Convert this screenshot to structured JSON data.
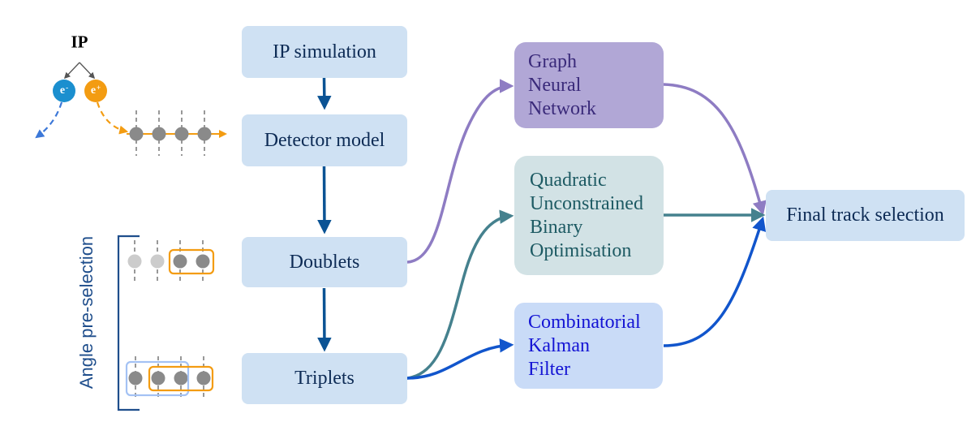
{
  "diagram": {
    "ip_label": "IP",
    "electron_label": "e",
    "electron_charge": "-",
    "positron_label": "e",
    "positron_charge": "+",
    "side_label": "Angle pre-selection",
    "pipeline": [
      {
        "id": "ip-simulation",
        "label": "IP simulation"
      },
      {
        "id": "detector-model",
        "label": "Detector model"
      },
      {
        "id": "doublets",
        "label": "Doublets"
      },
      {
        "id": "triplets",
        "label": "Triplets"
      }
    ],
    "methods": {
      "gnn": [
        "Graph",
        "Neural",
        "Network"
      ],
      "qubo": [
        "Quadratic",
        "Unconstrained",
        "Binary",
        "Optimisation"
      ],
      "ckf": [
        "Combinatorial",
        "Kalman",
        "Filter"
      ]
    },
    "final": "Final track selection",
    "colors": {
      "pipeline_box": "#cfe1f3",
      "pipeline_arrow": "#0b5394",
      "gnn": "#8e7cc3",
      "qubo": "#45818e",
      "ckf": "#1155cc",
      "electron": "#1b8fcf",
      "positron": "#f39c12",
      "hit": "#8a8a8a",
      "hit_faded": "#cccccc",
      "highlight_orange": "#f39c12",
      "highlight_blue": "#a4c2f4"
    }
  }
}
